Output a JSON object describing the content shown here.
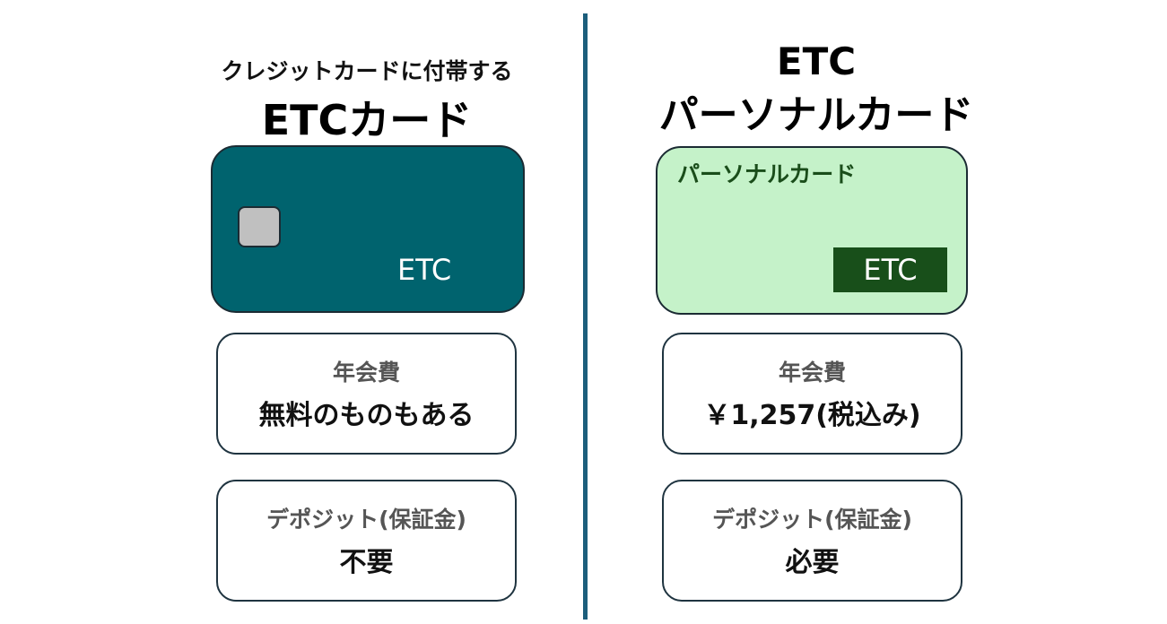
{
  "left": {
    "subtitle": "クレジットカードに付帯する",
    "title": "ETCカード",
    "card": {
      "label": "ETC",
      "color": "#00636e",
      "chip_color": "#c0c0c0"
    },
    "annual_fee": {
      "label": "年会費",
      "value": "無料のものもある"
    },
    "deposit": {
      "label": "デポジット(保証金)",
      "value": "不要"
    }
  },
  "right": {
    "title_line1": "ETC",
    "title_line2": "パーソナルカード",
    "card": {
      "name": "パーソナルカード",
      "label": "ETC",
      "color": "#c5f2c9",
      "badge_color": "#184f1a"
    },
    "annual_fee": {
      "label": "年会費",
      "value": "￥1,257(税込み)"
    },
    "deposit": {
      "label": "デポジット(保証金)",
      "value": "必要"
    }
  },
  "divider_color": "#1c5e7c"
}
